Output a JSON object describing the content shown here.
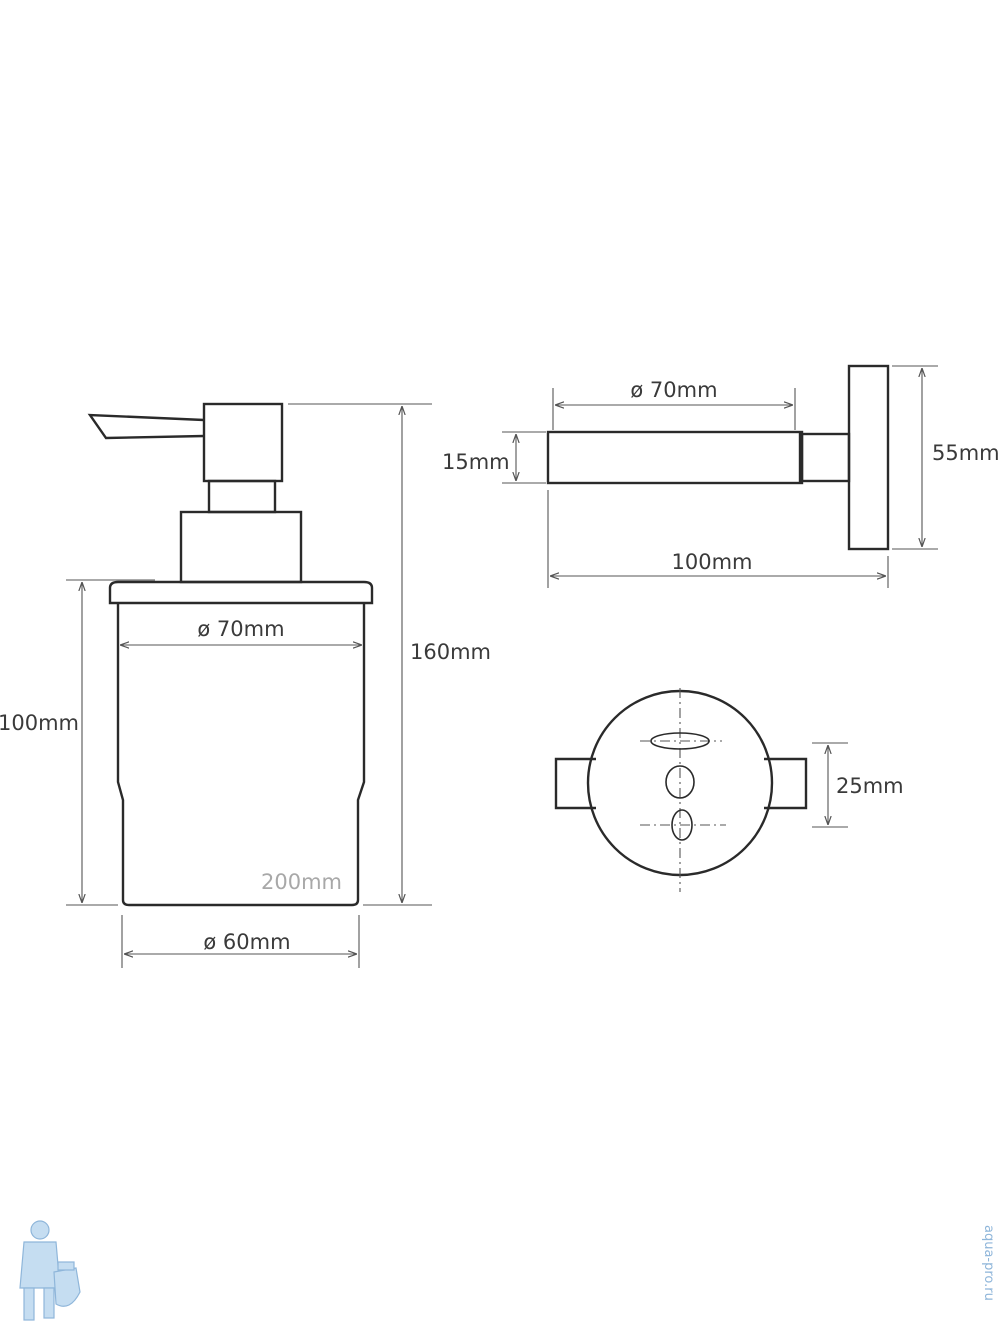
{
  "labels": {
    "dispenser_top_diameter": "ø 70mm",
    "dispenser_height_body": "100mm",
    "dispenser_height_total": "160mm",
    "dispenser_volume": "200mm",
    "dispenser_base_diameter": "ø 60mm",
    "holder_ring_diameter": "ø 70mm",
    "holder_ring_height": "15mm",
    "holder_depth": "100mm",
    "holder_plate_height": "55mm",
    "mount_hole_spacing": "25mm"
  },
  "watermark": {
    "site": "aqua-pro.ru",
    "mascot": "plumber-mascot-logo"
  },
  "colors": {
    "line": "#2a2a2a",
    "dimension": "#555555",
    "muted_text": "#a8a8a8",
    "watermark": "#8fb6da"
  }
}
